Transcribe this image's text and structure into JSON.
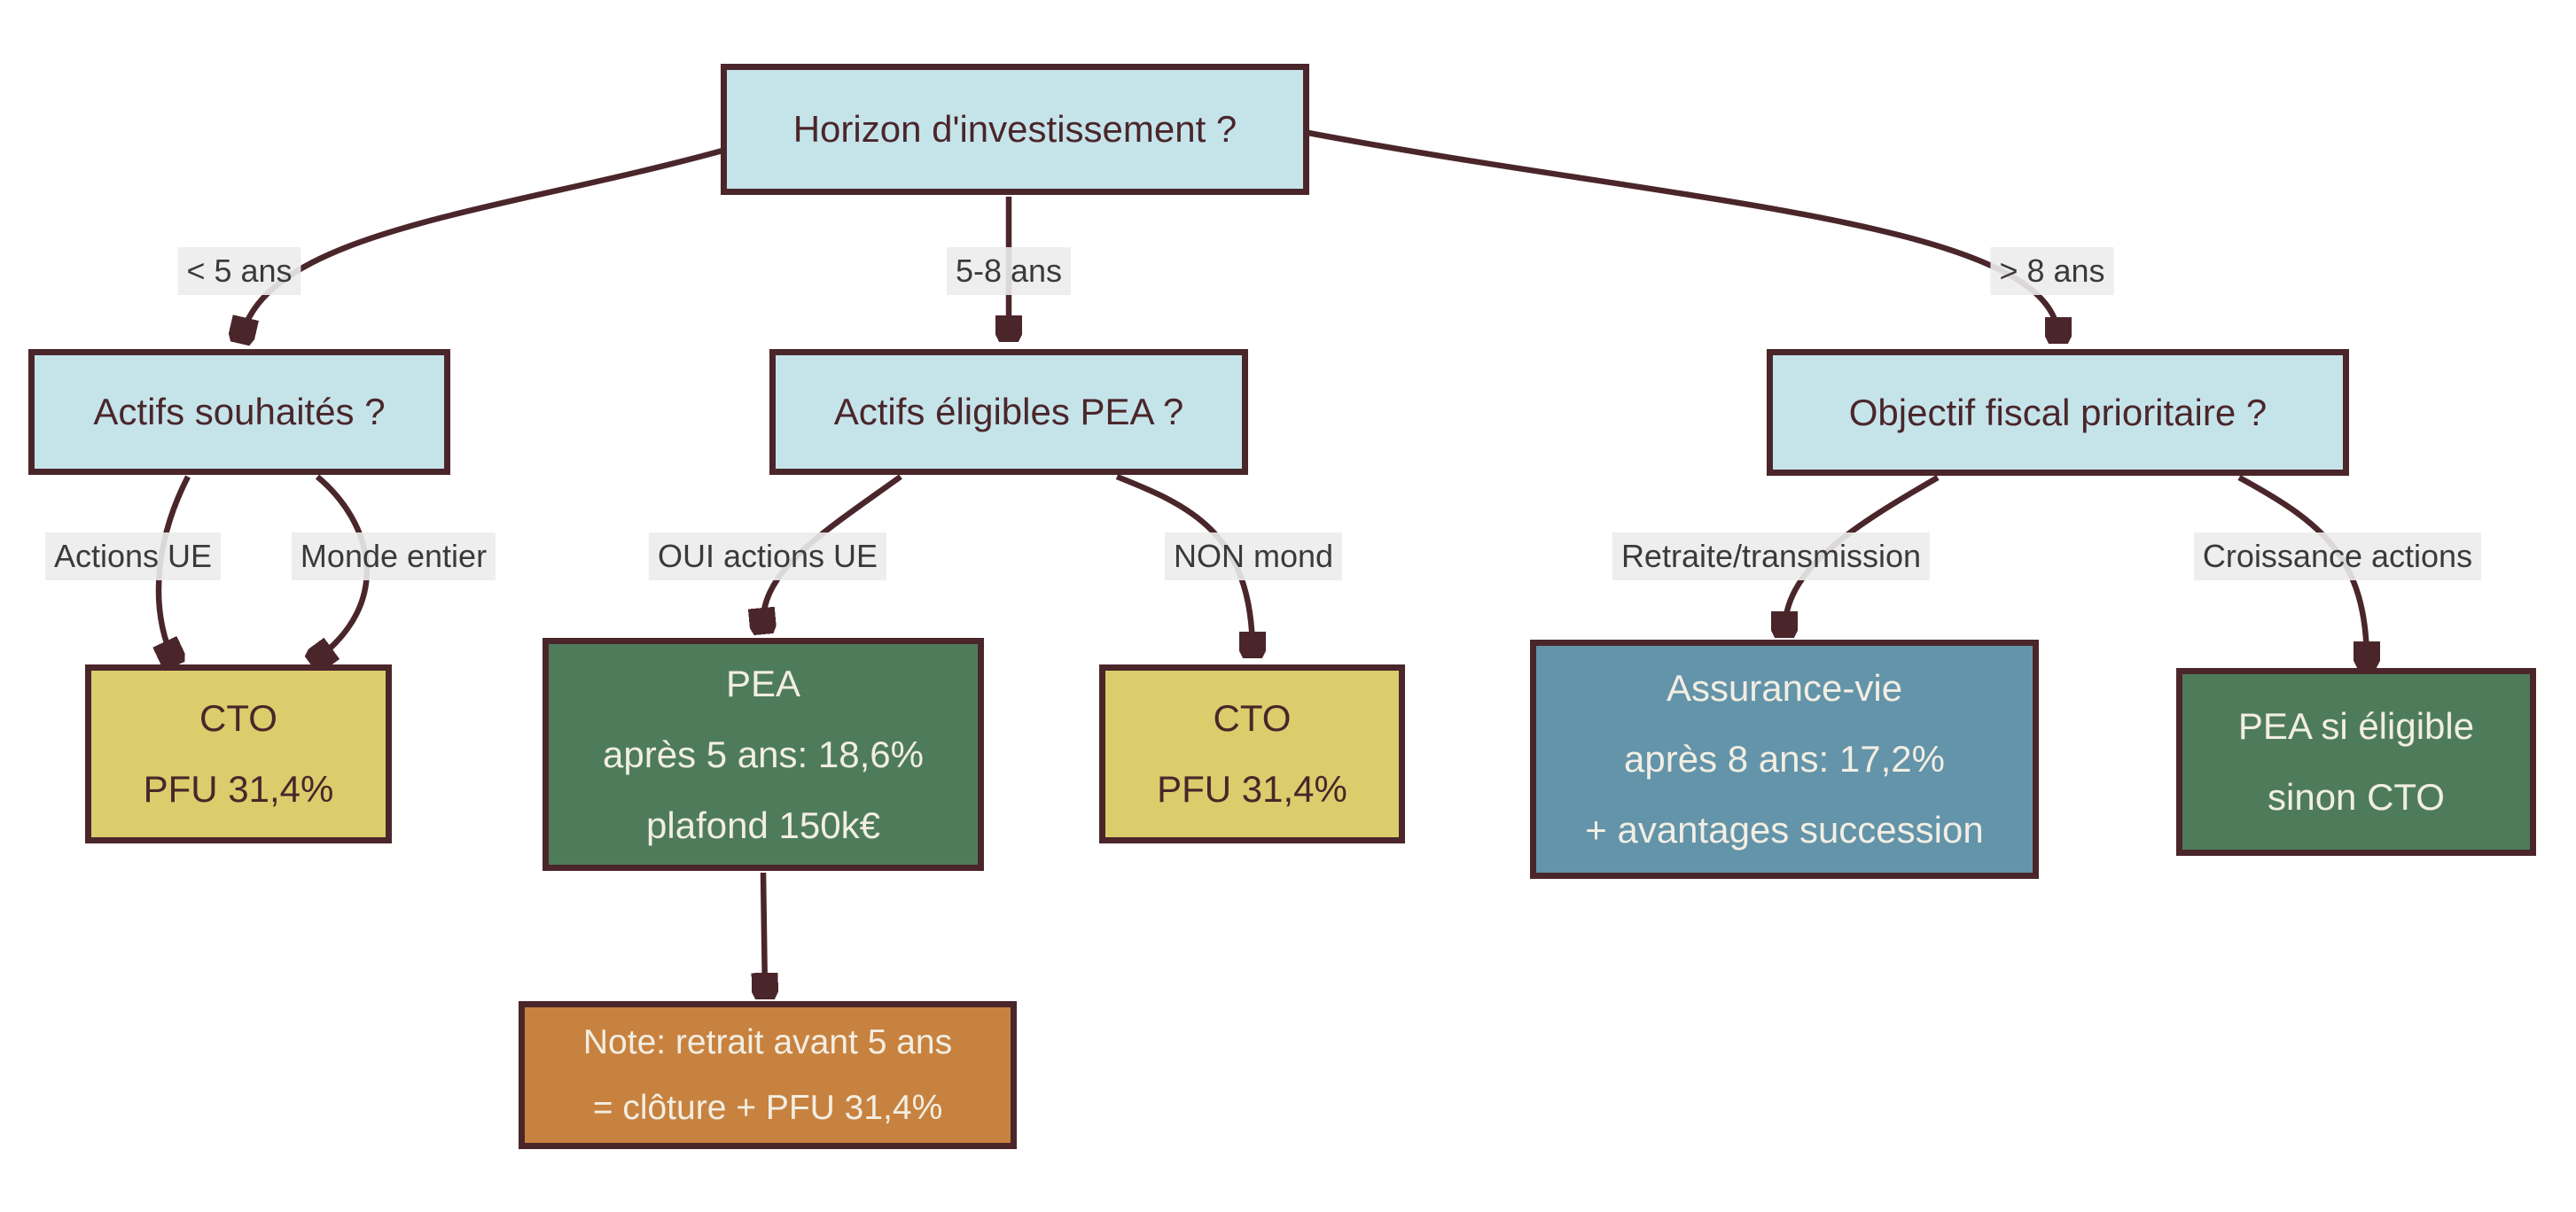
{
  "diagram": {
    "kind": "decision-flowchart",
    "language": "fr"
  },
  "nodes": {
    "horizon": {
      "label": "Horizon d'investissement ?"
    },
    "actifs_souhaites": {
      "label": "Actifs souhaités ?"
    },
    "actifs_eligibles_pea": {
      "label": "Actifs éligibles PEA ?"
    },
    "objectif_fiscal": {
      "label": "Objectif fiscal prioritaire ?"
    },
    "cto_left": {
      "line1": "CTO",
      "line2": "PFU 31,4%"
    },
    "pea": {
      "line1": "PEA",
      "line2": "après 5 ans: 18,6%",
      "line3": "plafond 150k€"
    },
    "cto_mid": {
      "line1": "CTO",
      "line2": "PFU 31,4%"
    },
    "assurance_vie": {
      "line1": "Assurance-vie",
      "line2": "après 8 ans: 17,2%",
      "line3": "+ avantages succession"
    },
    "pea_sinon_cto": {
      "line1": "PEA si éligible",
      "line2": "sinon CTO"
    },
    "note_retrait": {
      "line1": "Note: retrait avant 5 ans",
      "line2": "= clôture + PFU 31,4%"
    }
  },
  "edge_labels": {
    "moins_5_ans": "< 5 ans",
    "entre_5_8_ans": "5-8 ans",
    "plus_8_ans": "> 8 ans",
    "actions_ue": "Actions UE",
    "monde_entier": "Monde entier",
    "oui_actions_ue": "OUI actions UE",
    "non_monde": "NON mond",
    "retraite_transmission": "Retraite/transmission",
    "croissance_actions": "Croissance actions"
  },
  "colors": {
    "question_fill": "#c5e4ea",
    "outline_and_arrows": "#4a262b",
    "cto_fill": "#dbcd6b",
    "pea_fill": "#4e7c5b",
    "assurance_fill": "#6394a9",
    "note_fill": "#c8823f",
    "light_text": "#f2eee3",
    "dark_text": "#4a262b",
    "edge_label_bg": "#ececec",
    "edge_label_text": "#3a3a3a",
    "background": "#ffffff"
  }
}
